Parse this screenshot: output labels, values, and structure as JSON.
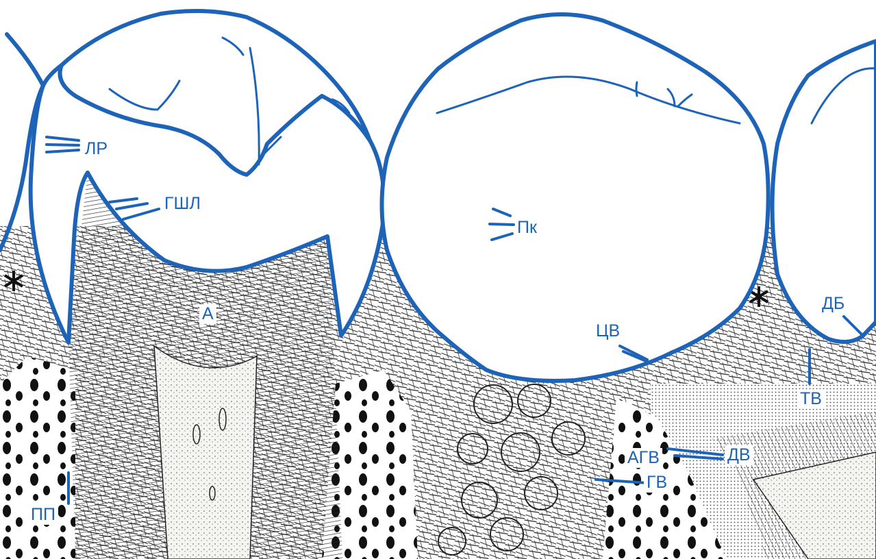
{
  "labels": {
    "lr": "ЛР",
    "gshl": "ГШЛ",
    "a": "А",
    "pk": "Пк",
    "tsv": "ЦВ",
    "db": "ДБ",
    "tv": "ТВ",
    "agv": "АГВ",
    "dv": "ДВ",
    "gv": "ГВ",
    "pp": "ПП"
  },
  "colors": {
    "outline": "#1d64b8",
    "label_text": "#1d64b8",
    "ink": "#111111",
    "bone": "#f2f2ee"
  }
}
